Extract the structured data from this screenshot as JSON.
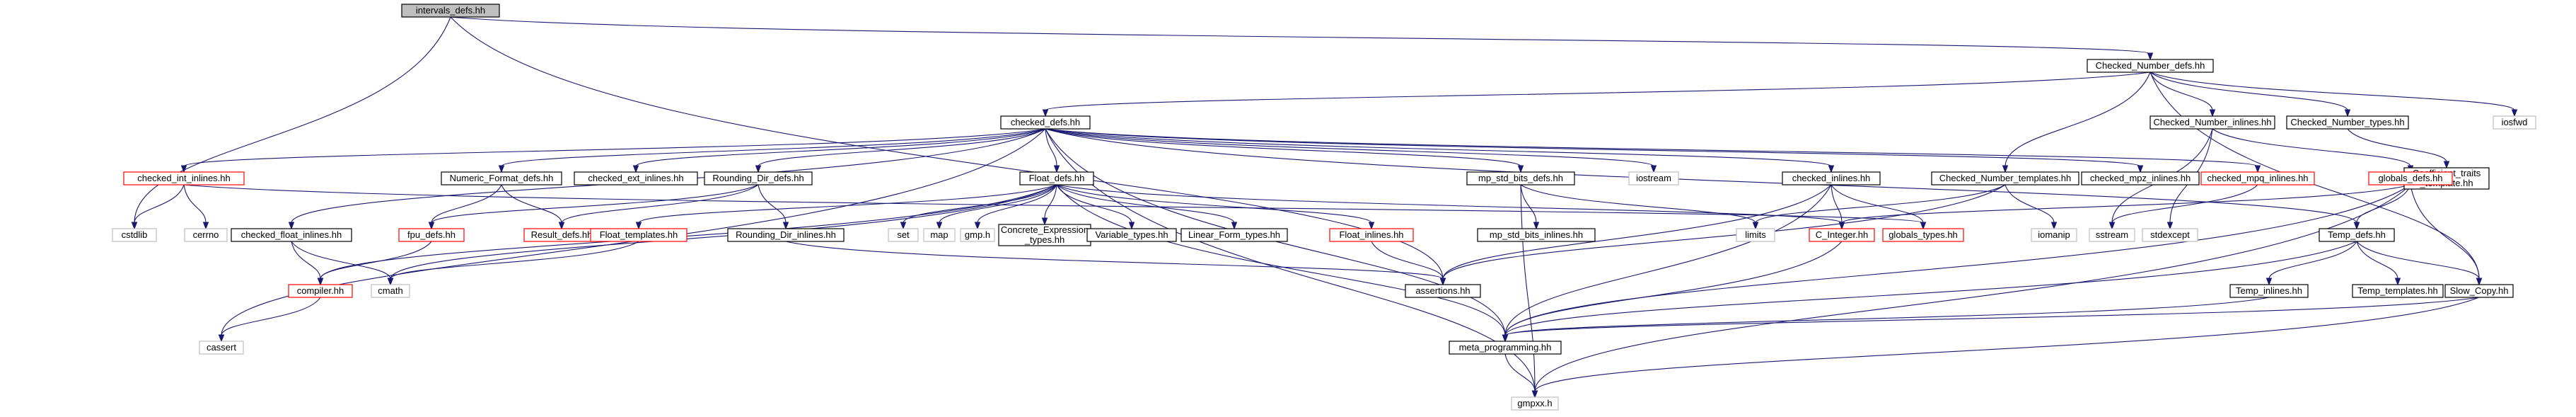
{
  "colors": {
    "edge": "#191970",
    "border_default": "#000000",
    "border_red": "#ff0000",
    "border_system": "#bfbfbf",
    "fill_default": "#ffffff",
    "fill_root": "#bfbfbf",
    "text": "#000000"
  },
  "nodes": [
    {
      "id": "n0",
      "lines": [
        "intervals_defs.hh"
      ],
      "style": "root"
    },
    {
      "id": "n1",
      "lines": [
        "Checked_Number_defs.hh"
      ],
      "style": "normal"
    },
    {
      "id": "n2",
      "lines": [
        "checked_defs.hh"
      ],
      "style": "normal"
    },
    {
      "id": "n3",
      "lines": [
        "iosfwd"
      ],
      "style": "system"
    },
    {
      "id": "n4",
      "lines": [
        "Checked_Number_inlines.hh"
      ],
      "style": "normal"
    },
    {
      "id": "n5",
      "lines": [
        "Checked_Number_types.hh"
      ],
      "style": "normal"
    },
    {
      "id": "n6",
      "lines": [
        "Coefficient_traits",
        "_template.hh"
      ],
      "style": "normal"
    },
    {
      "id": "n7",
      "lines": [
        "checked_int_inlines.hh"
      ],
      "style": "red"
    },
    {
      "id": "n8",
      "lines": [
        "Numeric_Format_defs.hh"
      ],
      "style": "normal"
    },
    {
      "id": "n9",
      "lines": [
        "checked_ext_inlines.hh"
      ],
      "style": "normal"
    },
    {
      "id": "n10",
      "lines": [
        "Rounding_Dir_defs.hh"
      ],
      "style": "normal"
    },
    {
      "id": "n11",
      "lines": [
        "Float_defs.hh"
      ],
      "style": "normal"
    },
    {
      "id": "n12",
      "lines": [
        "mp_std_bits_defs.hh"
      ],
      "style": "normal"
    },
    {
      "id": "n13",
      "lines": [
        "iostream"
      ],
      "style": "system"
    },
    {
      "id": "n14",
      "lines": [
        "checked_inlines.hh"
      ],
      "style": "normal"
    },
    {
      "id": "n15",
      "lines": [
        "Checked_Number_templates.hh"
      ],
      "style": "normal"
    },
    {
      "id": "n16",
      "lines": [
        "checked_mpz_inlines.hh"
      ],
      "style": "normal"
    },
    {
      "id": "n17",
      "lines": [
        "checked_mpq_inlines.hh"
      ],
      "style": "red"
    },
    {
      "id": "n18",
      "lines": [
        "globals_defs.hh"
      ],
      "style": "red"
    },
    {
      "id": "n19",
      "lines": [
        "cstdlib"
      ],
      "style": "system"
    },
    {
      "id": "n20",
      "lines": [
        "cerrno"
      ],
      "style": "system"
    },
    {
      "id": "n21",
      "lines": [
        "checked_float_inlines.hh"
      ],
      "style": "normal"
    },
    {
      "id": "n22",
      "lines": [
        "fpu_defs.hh"
      ],
      "style": "red"
    },
    {
      "id": "n23",
      "lines": [
        "Result_defs.hh"
      ],
      "style": "red"
    },
    {
      "id": "n24",
      "lines": [
        "Float_templates.hh"
      ],
      "style": "red"
    },
    {
      "id": "n25",
      "lines": [
        "Rounding_Dir_inlines.hh"
      ],
      "style": "normal"
    },
    {
      "id": "n26",
      "lines": [
        "set"
      ],
      "style": "system"
    },
    {
      "id": "n27",
      "lines": [
        "map"
      ],
      "style": "system"
    },
    {
      "id": "n28",
      "lines": [
        "gmp.h"
      ],
      "style": "system"
    },
    {
      "id": "n29",
      "lines": [
        "Concrete_Expression",
        "_types.hh"
      ],
      "style": "normal"
    },
    {
      "id": "n30",
      "lines": [
        "Variable_types.hh"
      ],
      "style": "normal"
    },
    {
      "id": "n31",
      "lines": [
        "Linear_Form_types.hh"
      ],
      "style": "normal"
    },
    {
      "id": "n32",
      "lines": [
        "Float_inlines.hh"
      ],
      "style": "red"
    },
    {
      "id": "n33",
      "lines": [
        "mp_std_bits_inlines.hh"
      ],
      "style": "normal"
    },
    {
      "id": "n34",
      "lines": [
        "limits"
      ],
      "style": "system"
    },
    {
      "id": "n35",
      "lines": [
        "C_Integer.hh"
      ],
      "style": "red"
    },
    {
      "id": "n36",
      "lines": [
        "globals_types.hh"
      ],
      "style": "red"
    },
    {
      "id": "n37",
      "lines": [
        "iomanip"
      ],
      "style": "system"
    },
    {
      "id": "n38",
      "lines": [
        "sstream"
      ],
      "style": "system"
    },
    {
      "id": "n39",
      "lines": [
        "stdexcept"
      ],
      "style": "system"
    },
    {
      "id": "n40",
      "lines": [
        "Temp_defs.hh"
      ],
      "style": "normal"
    },
    {
      "id": "n41",
      "lines": [
        "compiler.hh"
      ],
      "style": "red"
    },
    {
      "id": "n42",
      "lines": [
        "cmath"
      ],
      "style": "system"
    },
    {
      "id": "n43",
      "lines": [
        "assertions.hh"
      ],
      "style": "normal"
    },
    {
      "id": "n44",
      "lines": [
        "Temp_inlines.hh"
      ],
      "style": "normal"
    },
    {
      "id": "n45",
      "lines": [
        "Temp_templates.hh"
      ],
      "style": "normal"
    },
    {
      "id": "n46",
      "lines": [
        "Slow_Copy.hh"
      ],
      "style": "normal"
    },
    {
      "id": "n47",
      "lines": [
        "cassert"
      ],
      "style": "system"
    },
    {
      "id": "n48",
      "lines": [
        "meta_programming.hh"
      ],
      "style": "normal"
    },
    {
      "id": "n49",
      "lines": [
        "gmpxx.h"
      ],
      "style": "system"
    }
  ],
  "edges": [
    [
      "n0",
      "n1"
    ],
    [
      "n0",
      "n19"
    ],
    [
      "n0",
      "n43"
    ],
    [
      "n1",
      "n2"
    ],
    [
      "n1",
      "n3"
    ],
    [
      "n1",
      "n4"
    ],
    [
      "n1",
      "n5"
    ],
    [
      "n1",
      "n15"
    ],
    [
      "n1",
      "n46"
    ],
    [
      "n5",
      "n6"
    ],
    [
      "n4",
      "n38"
    ],
    [
      "n4",
      "n39"
    ],
    [
      "n4",
      "n18"
    ],
    [
      "n2",
      "n7"
    ],
    [
      "n2",
      "n8"
    ],
    [
      "n2",
      "n9"
    ],
    [
      "n2",
      "n10"
    ],
    [
      "n2",
      "n11"
    ],
    [
      "n2",
      "n12"
    ],
    [
      "n2",
      "n13"
    ],
    [
      "n2",
      "n14"
    ],
    [
      "n2",
      "n16"
    ],
    [
      "n2",
      "n17"
    ],
    [
      "n2",
      "n21"
    ],
    [
      "n2",
      "n40"
    ],
    [
      "n2",
      "n48"
    ],
    [
      "n2",
      "n49"
    ],
    [
      "n2",
      "n47"
    ],
    [
      "n7",
      "n19"
    ],
    [
      "n7",
      "n20"
    ],
    [
      "n7",
      "n36"
    ],
    [
      "n8",
      "n22"
    ],
    [
      "n8",
      "n23"
    ],
    [
      "n10",
      "n22"
    ],
    [
      "n10",
      "n23"
    ],
    [
      "n10",
      "n25"
    ],
    [
      "n11",
      "n24"
    ],
    [
      "n11",
      "n26"
    ],
    [
      "n11",
      "n27"
    ],
    [
      "n11",
      "n28"
    ],
    [
      "n11",
      "n29"
    ],
    [
      "n11",
      "n30"
    ],
    [
      "n11",
      "n31"
    ],
    [
      "n11",
      "n32"
    ],
    [
      "n11",
      "n35"
    ],
    [
      "n11",
      "n41"
    ],
    [
      "n11",
      "n42"
    ],
    [
      "n11",
      "n48"
    ],
    [
      "n12",
      "n33"
    ],
    [
      "n12",
      "n34"
    ],
    [
      "n12",
      "n49"
    ],
    [
      "n14",
      "n35"
    ],
    [
      "n14",
      "n36"
    ],
    [
      "n14",
      "n43"
    ],
    [
      "n14",
      "n48"
    ],
    [
      "n15",
      "n34"
    ],
    [
      "n15",
      "n37"
    ],
    [
      "n15",
      "n43"
    ],
    [
      "n17",
      "n38"
    ],
    [
      "n18",
      "n35"
    ],
    [
      "n18",
      "n40"
    ],
    [
      "n18",
      "n46"
    ],
    [
      "n18",
      "n48"
    ],
    [
      "n18",
      "n49"
    ],
    [
      "n21",
      "n41"
    ],
    [
      "n21",
      "n42"
    ],
    [
      "n22",
      "n41"
    ],
    [
      "n24",
      "n42"
    ],
    [
      "n25",
      "n43"
    ],
    [
      "n32",
      "n43"
    ],
    [
      "n35",
      "n48"
    ],
    [
      "n40",
      "n44"
    ],
    [
      "n40",
      "n45"
    ],
    [
      "n40",
      "n46"
    ],
    [
      "n40",
      "n48"
    ],
    [
      "n44",
      "n48"
    ],
    [
      "n46",
      "n48"
    ],
    [
      "n46",
      "n49"
    ],
    [
      "n41",
      "n47"
    ],
    [
      "n48",
      "n49"
    ]
  ]
}
